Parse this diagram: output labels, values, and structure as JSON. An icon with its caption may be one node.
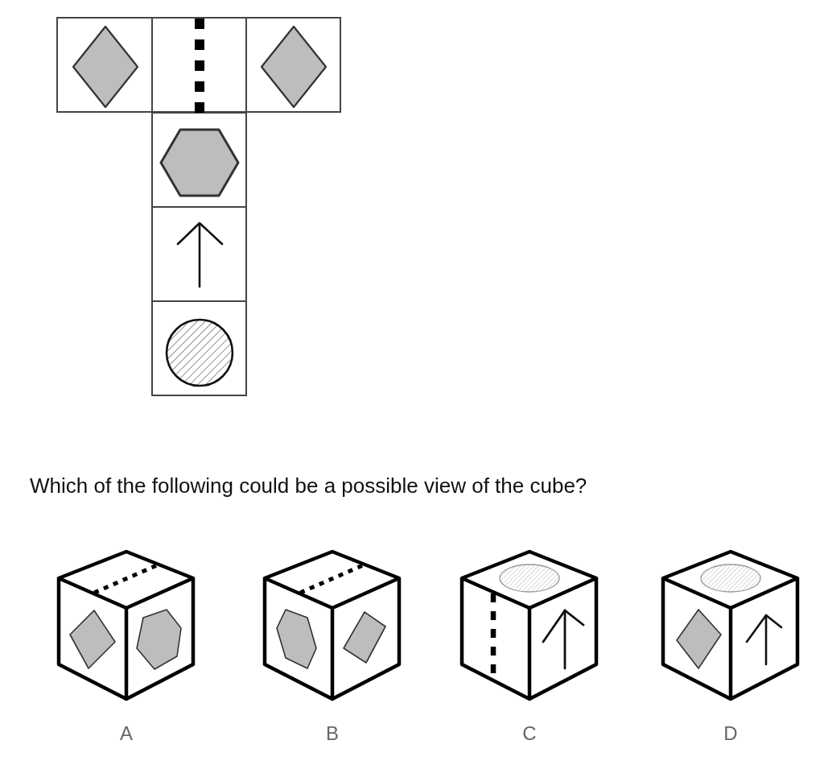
{
  "diagram": {
    "labels": [
      "Which of the following could be a possible view of the cube?",
      "A",
      "B",
      "C",
      "D"
    ]
  }
}
